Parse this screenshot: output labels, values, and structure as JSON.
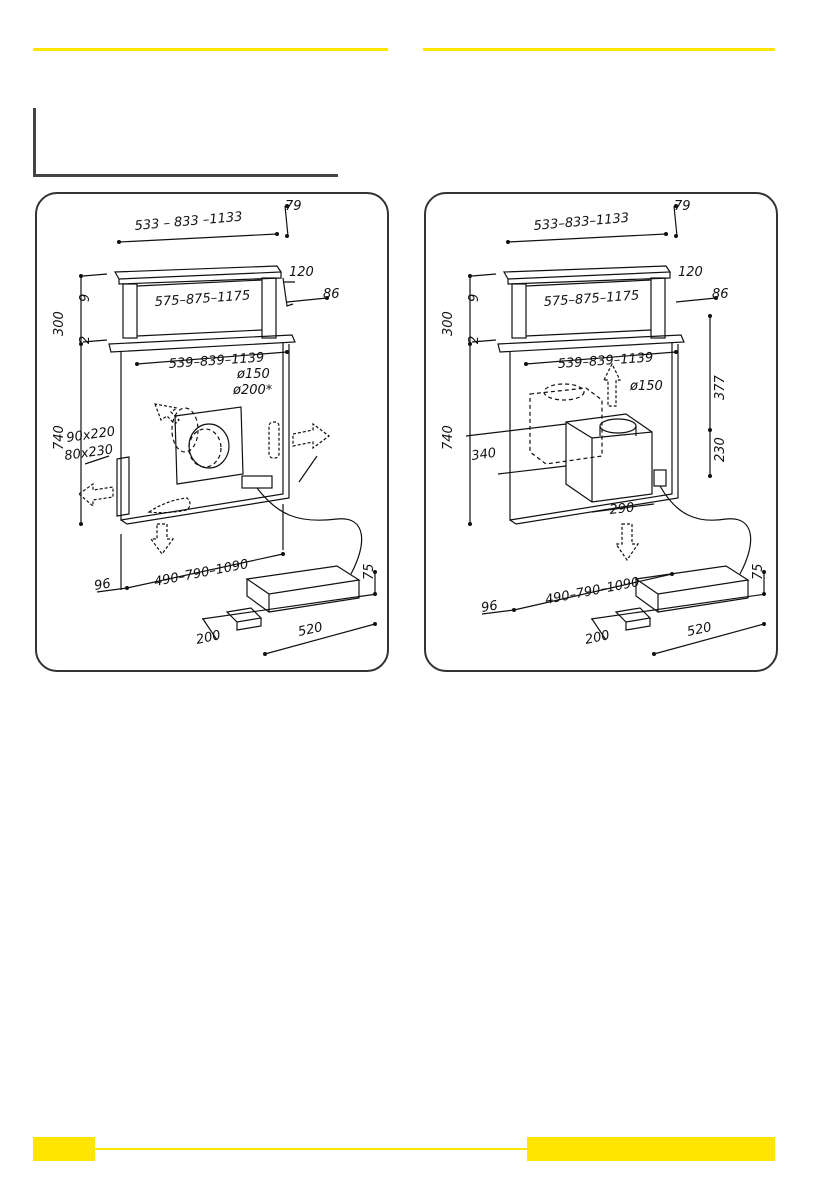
{
  "colors": {
    "accent": "#ffe600",
    "ink": "#111111",
    "frame": "#333333"
  },
  "panel_left": {
    "labels": {
      "top_width": "533 – 833 –1133",
      "top_depth": "79",
      "glass_width": "575–875–1175",
      "glass_depth": "120",
      "dim_86": "86",
      "frame_width": "539–839–1139",
      "dim_300": "300",
      "dim_9": "9",
      "dim_2": "2",
      "dim_740": "740",
      "duct_150": "ø150",
      "duct_200": "ø200*",
      "opening_1": "90x220",
      "opening_2": "80x230",
      "base_width": "490–790–1090",
      "dim_96": "96",
      "motor_height": "75",
      "motor_depth": "200",
      "motor_length": "520"
    }
  },
  "panel_right": {
    "labels": {
      "top_width": "533–833–1133",
      "top_depth": "79",
      "glass_width": "575–875–1175",
      "glass_depth": "120",
      "dim_86": "86",
      "frame_width": "539–839–1139",
      "dim_300": "300",
      "dim_9": "9",
      "dim_2": "2",
      "dim_740": "740",
      "dim_377": "377",
      "duct_150": "ø150",
      "dim_340": "340",
      "dim_230": "230",
      "dim_290": "290",
      "base_width": "490–790–1090",
      "dim_96": "96",
      "motor_height": "75",
      "motor_depth": "200",
      "motor_length": "520"
    }
  }
}
